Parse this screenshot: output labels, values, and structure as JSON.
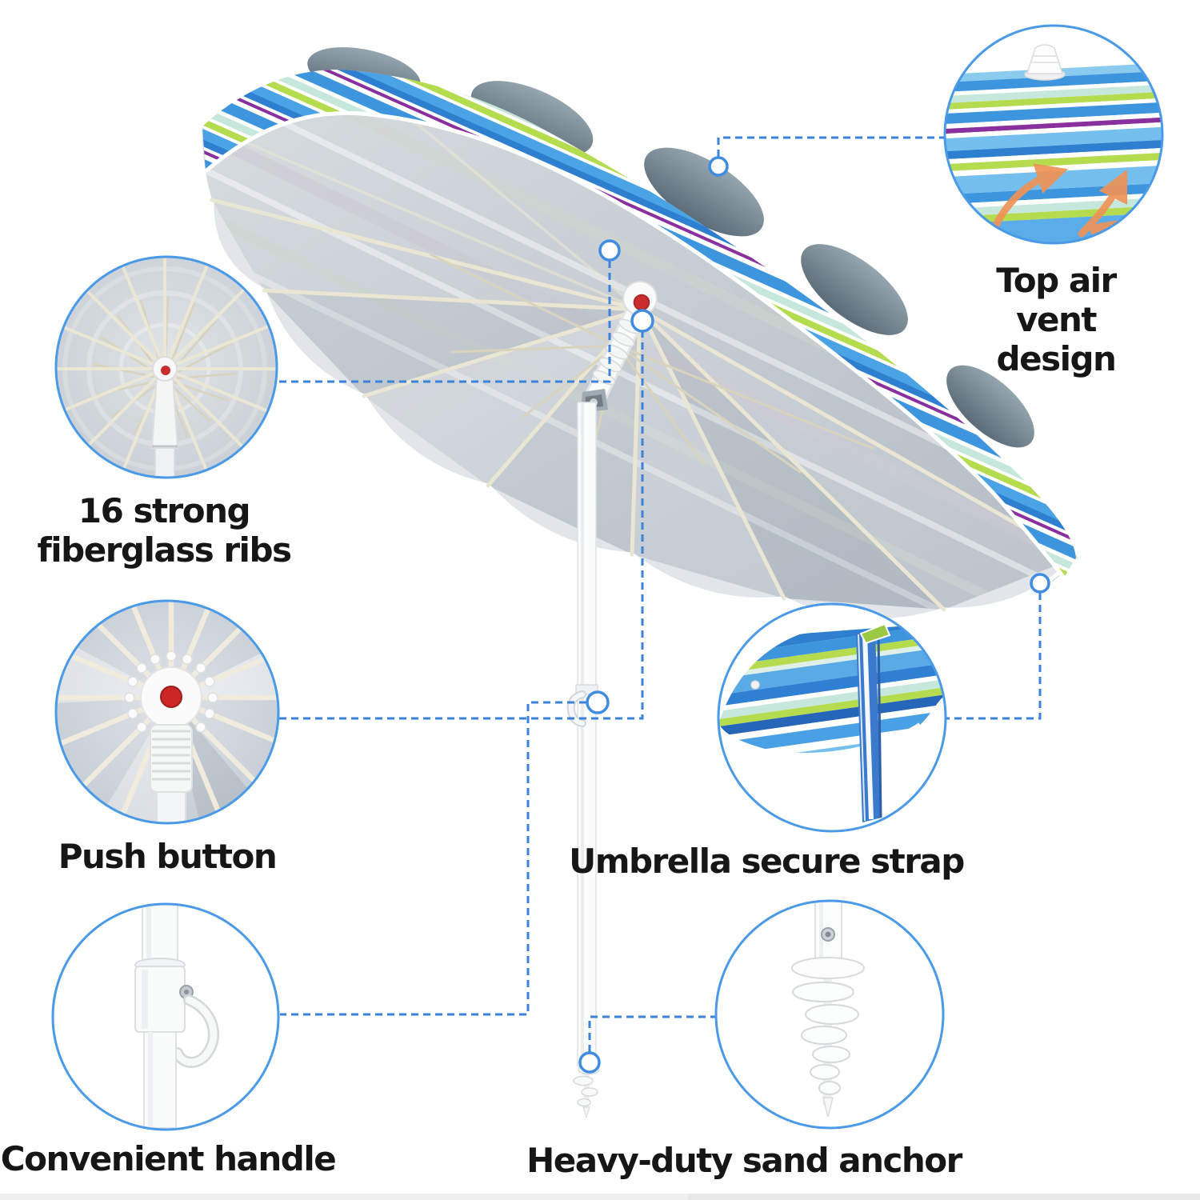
{
  "callouts": {
    "top_air_vent": {
      "label": "Top air\nvent design"
    },
    "fiberglass_ribs": {
      "label": "16 strong\nfiberglass ribs"
    },
    "push_button": {
      "label": "Push button"
    },
    "secure_strap": {
      "label": "Umbrella secure strap"
    },
    "convenient_handle": {
      "label": "Convenient handle"
    },
    "sand_anchor": {
      "label": "Heavy-duty sand anchor"
    }
  },
  "colors": {
    "callout_ring_blue": "#4a9ae8",
    "dashed_line_blue": "#3b82d8",
    "airflow_arrow_orange": "#ee9356",
    "button_red": "#c92d2d",
    "canopy_gray": "#c6ccd3",
    "rib_cream": "#ebe6d3",
    "stripe_blue": "#3d96dd",
    "stripe_deep_blue": "#2e7fd0",
    "stripe_light_blue": "#74bfee",
    "stripe_green": "#b5db4e",
    "stripe_mint": "#c6e8dc",
    "stripe_purple": "#8a2f9e",
    "text_color": "#161616"
  }
}
